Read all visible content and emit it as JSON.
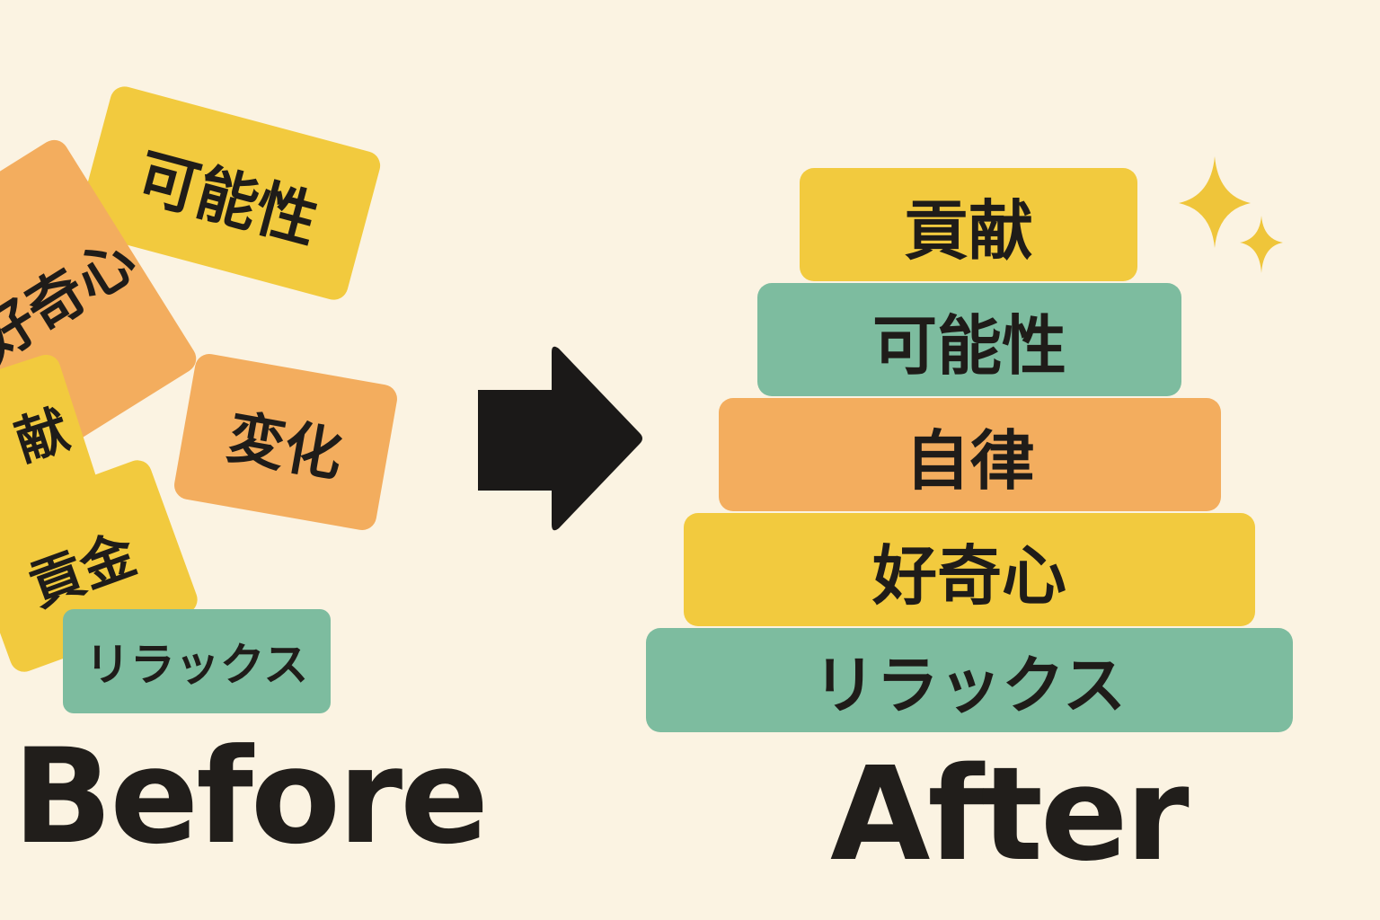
{
  "before": {
    "heading": "Before",
    "cards": {
      "possibility": "可能性",
      "curiosity": "好奇心",
      "change": "変化",
      "contribute": "献",
      "money": "貢金",
      "relax": "リラックス"
    }
  },
  "after": {
    "heading": "After",
    "stack": [
      "貢献",
      "可能性",
      "自律",
      "好奇心",
      "リラックス"
    ]
  },
  "colors": {
    "background": "#fbf3e2",
    "yellow": "#f2ca3e",
    "orange": "#f3ad5e",
    "teal": "#7dbc9f",
    "text": "#1f1c19"
  },
  "icons": {
    "arrow": "right-arrow-icon",
    "sparkle": "sparkle-icon"
  }
}
